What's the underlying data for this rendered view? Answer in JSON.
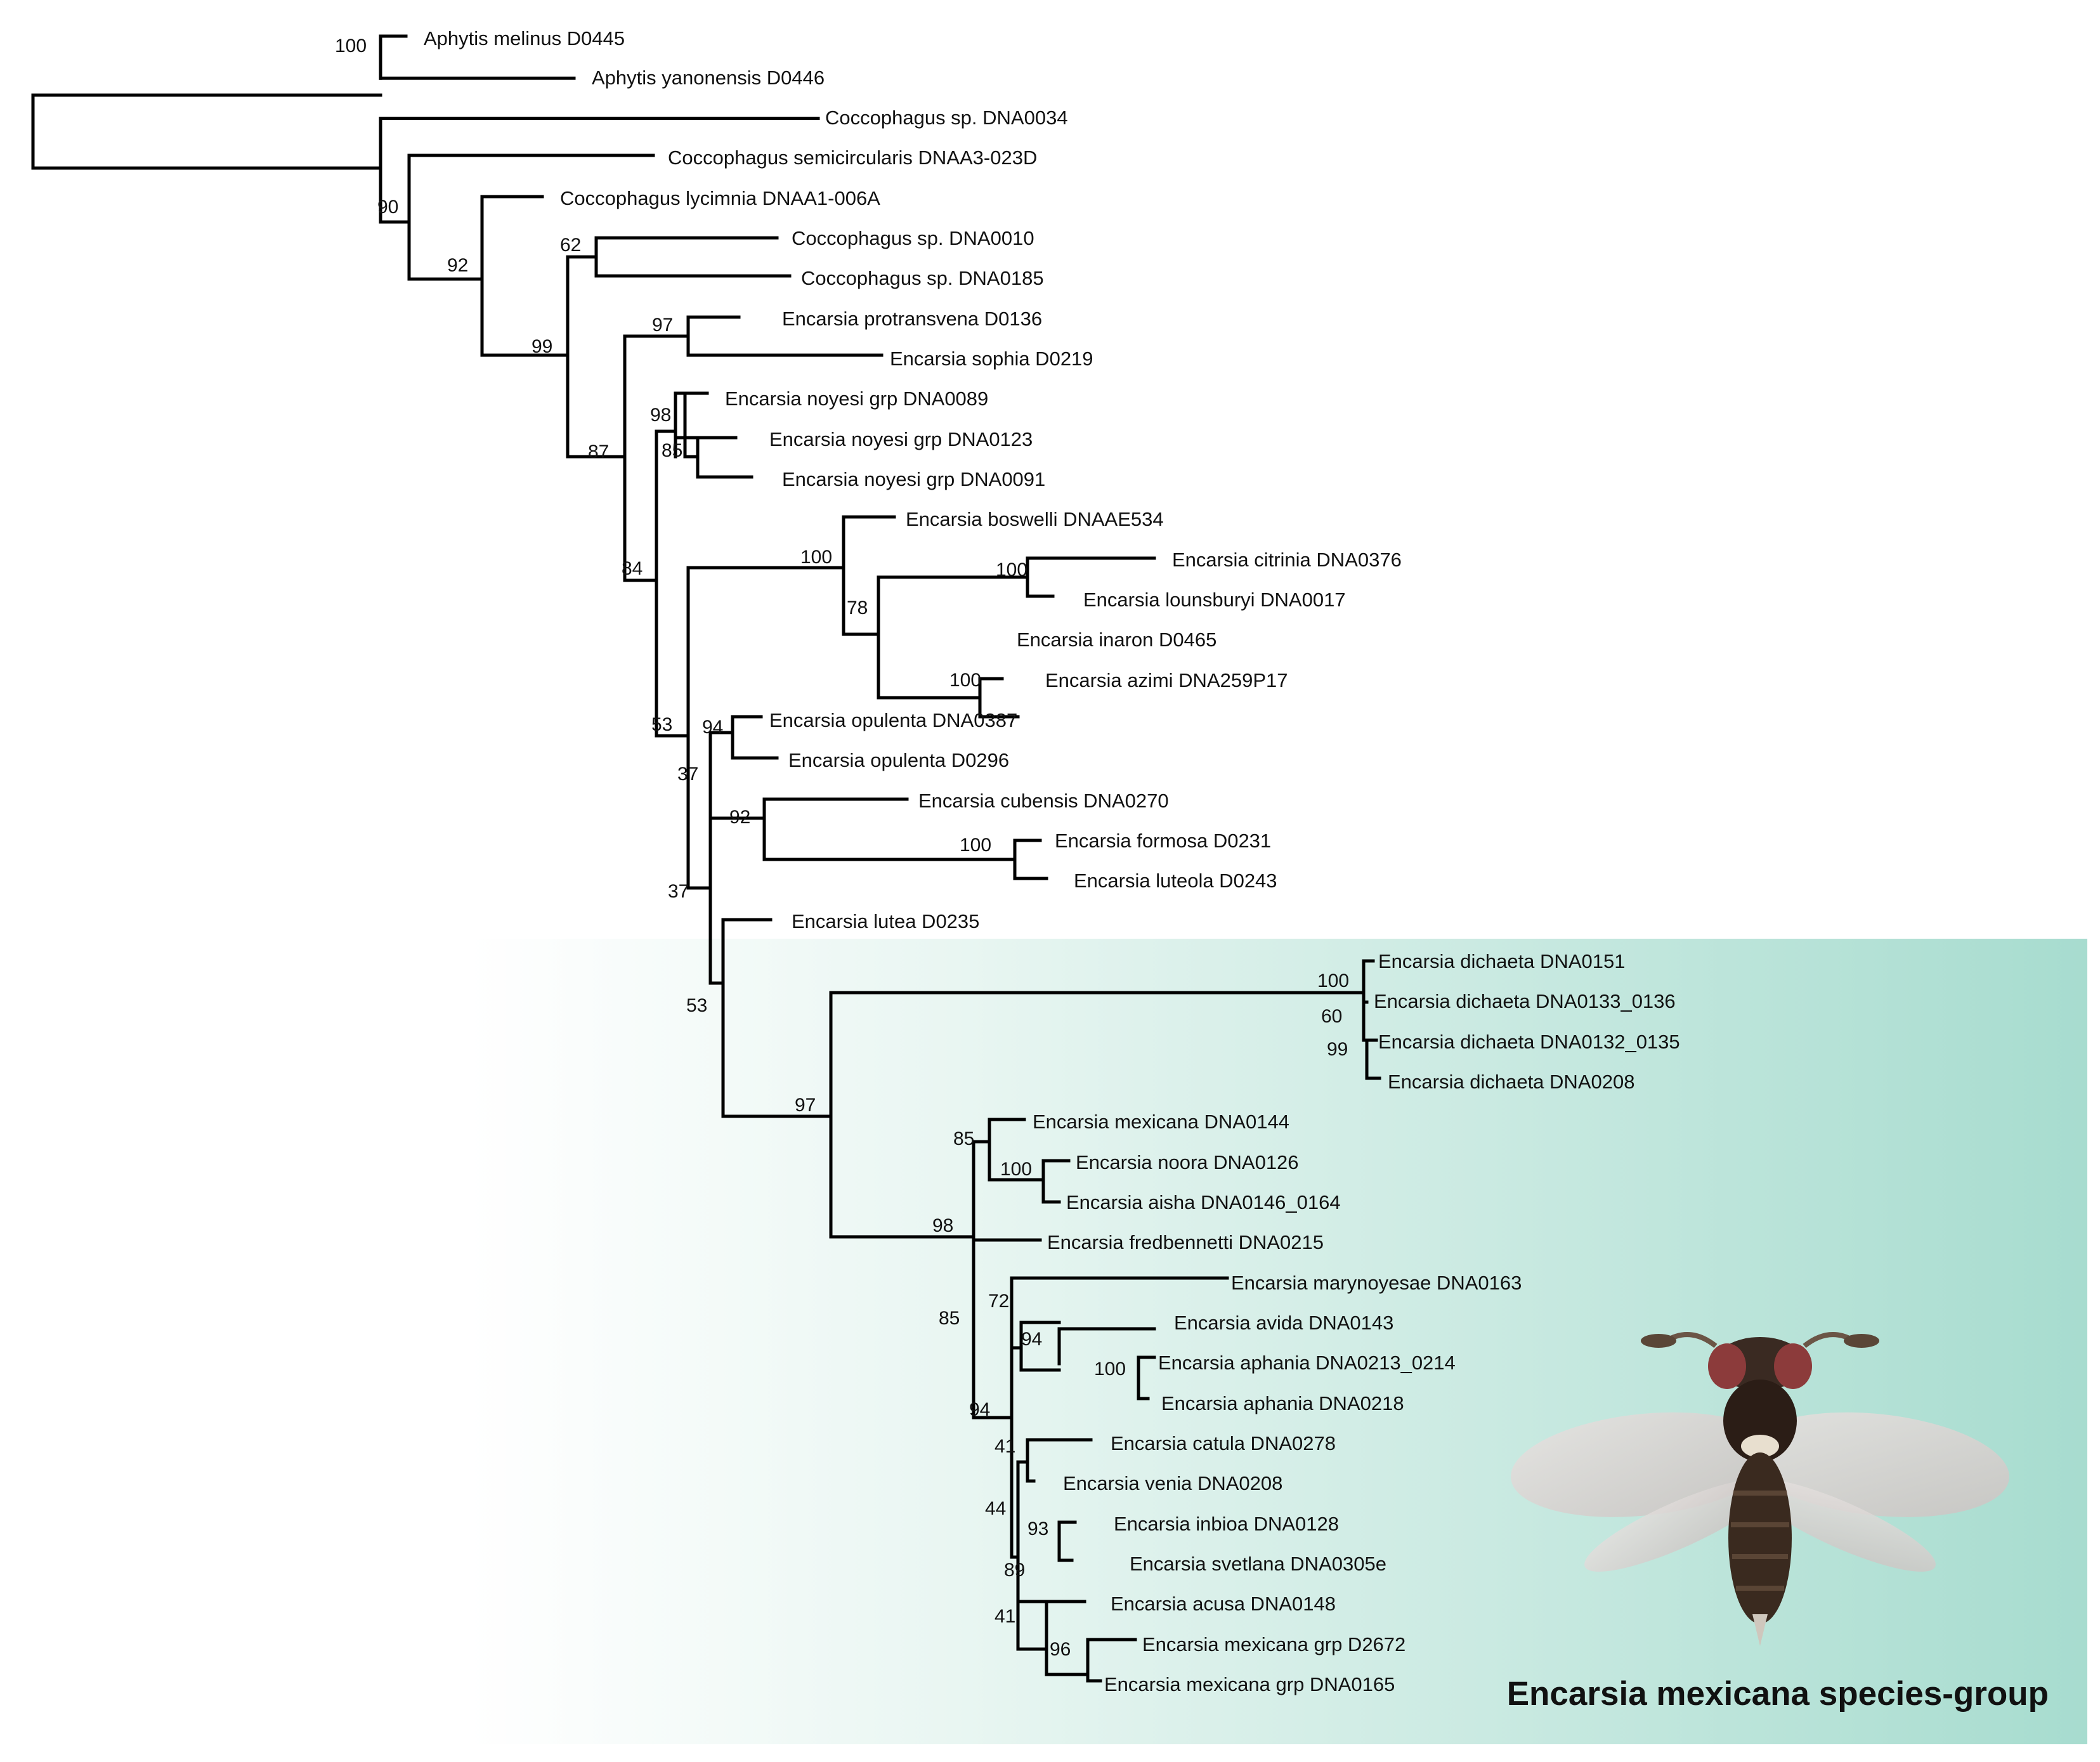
{
  "colors": {
    "branch": "#000000",
    "panel_light": "#ffffff",
    "panel_dark": "#a7dccf",
    "text": "#111111"
  },
  "group_title": "Encarsia mexicana species-group",
  "taxa": [
    "Aphytis melinus D0445",
    "Aphytis yanonensis D0446",
    "Coccophagus sp. DNA0034",
    "Coccophagus semicircularis DNAA3-023D",
    "Coccophagus lycimnia DNAA1-006A",
    "Coccophagus sp. DNA0010",
    "Coccophagus sp. DNA0185",
    "Encarsia protransvena D0136",
    "Encarsia sophia D0219",
    "Encarsia noyesi grp DNA0089",
    "Encarsia noyesi grp DNA0123",
    "Encarsia noyesi grp DNA0091",
    "Encarsia boswelli DNAAE534",
    "Encarsia citrinia DNA0376",
    "Encarsia lounsburyi DNA0017",
    "Encarsia inaron D0465",
    "Encarsia azimi DNA259P17",
    "Encarsia opulenta DNA0387",
    "Encarsia opulenta D0296",
    "Encarsia cubensis DNA0270",
    "Encarsia formosa D0231",
    "Encarsia luteola D0243",
    "Encarsia lutea D0235",
    "Encarsia dichaeta DNA0151",
    "Encarsia dichaeta DNA0133_0136",
    "Encarsia dichaeta DNA0132_0135",
    "Encarsia dichaeta DNA0208",
    "Encarsia mexicana DNA0144",
    "Encarsia noora DNA0126",
    "Encarsia aisha DNA0146_0164",
    "Encarsia fredbennetti DNA0215",
    "Encarsia marynoyesae DNA0163",
    "Encarsia avida DNA0143",
    "Encarsia aphania DNA0213_0214",
    "Encarsia aphania DNA0218",
    "Encarsia catula DNA0278",
    "Encarsia venia DNA0208",
    "Encarsia inbioa DNA0128",
    "Encarsia svetlana DNA0305e",
    "Encarsia acusa DNA0148",
    "Encarsia mexicana grp D2672",
    "Encarsia mexicana grp DNA0165"
  ],
  "support": [
    "100",
    "90",
    "92",
    "99",
    "62",
    "87",
    "97",
    "84",
    "98",
    "85",
    "53",
    "100",
    "78",
    "100",
    "100",
    "37",
    "94",
    "92",
    "100",
    "37",
    "53",
    "97",
    "100",
    "60",
    "99",
    "98",
    "85",
    "100",
    "85",
    "94",
    "72",
    "94",
    "100",
    "44",
    "41",
    "93",
    "89",
    "41",
    "96"
  ]
}
